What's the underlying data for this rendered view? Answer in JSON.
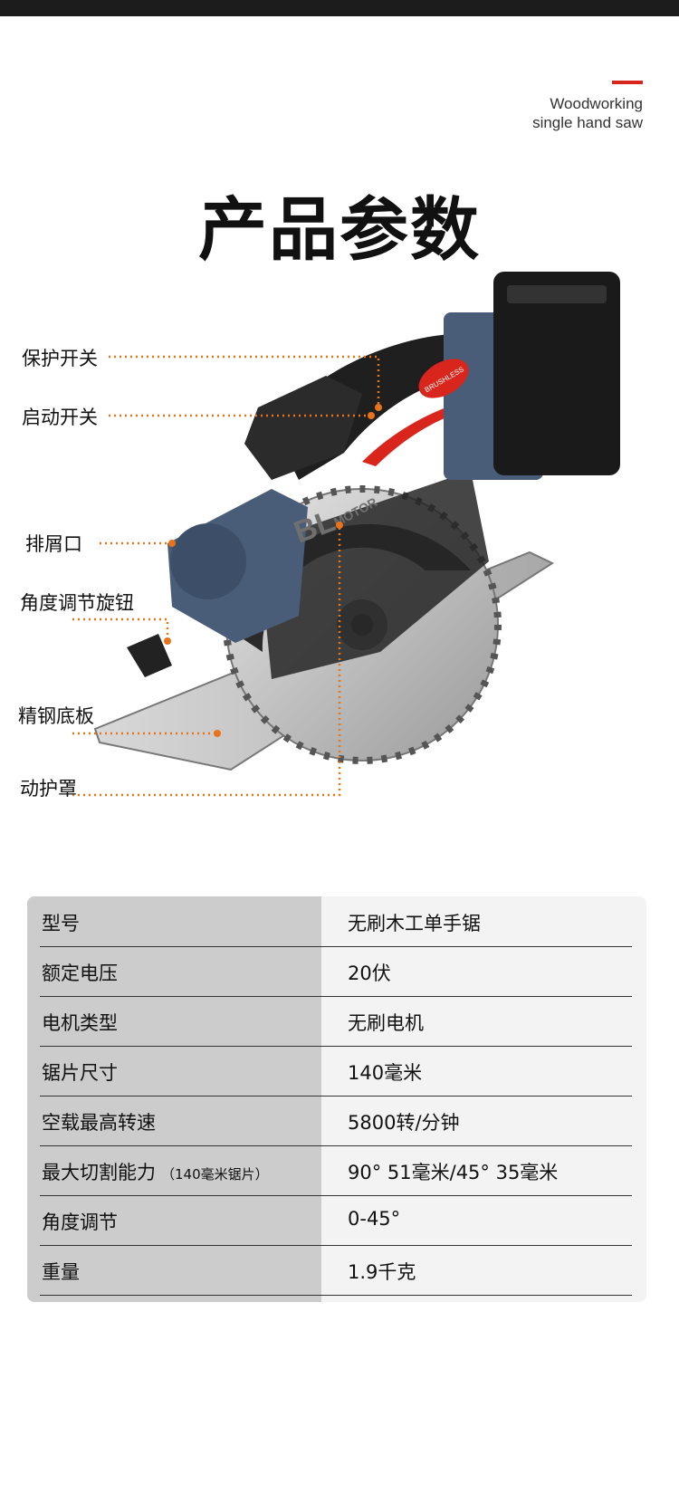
{
  "header": {
    "subtitle_line1": "Woodworking",
    "subtitle_line2": "single hand saw",
    "title": "产品参数"
  },
  "product": {
    "blade_text_main": "BL",
    "blade_text_sub": "MOTOR",
    "badge_text": "BRUSHLESS",
    "callouts": [
      "保护开关",
      "启动开关",
      "排屑口",
      "角度调节旋钮",
      "精钢底板",
      "动护罩"
    ]
  },
  "specs": [
    {
      "key": "型号",
      "value": "无刷木工单手锯"
    },
    {
      "key": "额定电压",
      "value": "20伏"
    },
    {
      "key": "电机类型",
      "value": "无刷电机"
    },
    {
      "key": "锯片尺寸",
      "value": "140毫米"
    },
    {
      "key": "空载最高转速",
      "value": "5800转/分钟"
    },
    {
      "key": "最大切割能力",
      "note": "（140毫米锯片）",
      "value": "90° 51毫米/45° 35毫米"
    },
    {
      "key": "角度调节",
      "value": "0-45°"
    },
    {
      "key": "重量",
      "value": "1.9千克"
    }
  ],
  "colors": {
    "accent": "#d9261c",
    "leader": "#e8731a",
    "body_blue": "#4a5d78",
    "table_left": "#cccccc",
    "table_right": "#f3f3f3"
  }
}
